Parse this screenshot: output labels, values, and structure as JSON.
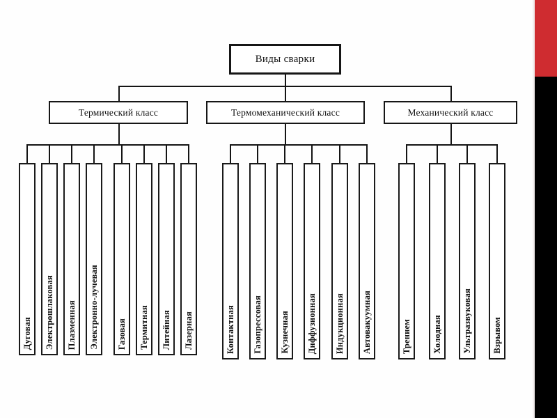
{
  "diagram": {
    "title_node": {
      "label": "Виды сварки"
    },
    "classes": [
      {
        "label": "Термический класс"
      },
      {
        "label": "Термомеханический класс"
      },
      {
        "label": "Механический класс"
      }
    ],
    "groups": [
      {
        "class_label": "Термический класс",
        "items": [
          {
            "label": "Дуговая"
          },
          {
            "label": "Электрошлаковая"
          },
          {
            "label": "Плазменная"
          },
          {
            "label": "Электронно-лучевая"
          },
          {
            "label": "Газовая"
          },
          {
            "label": "Термитная"
          },
          {
            "label": "Литейная"
          },
          {
            "label": "Лазерная"
          }
        ]
      },
      {
        "class_label": "Термомеханический класс",
        "items": [
          {
            "label": "Контактная"
          },
          {
            "label": "Газопрессовая"
          },
          {
            "label": "Кузнечная"
          },
          {
            "label": "Диффузионная"
          },
          {
            "label": "Индукционная"
          },
          {
            "label": "Автовакуумная"
          }
        ]
      },
      {
        "class_label": "Механический класс",
        "items": [
          {
            "label": "Трением"
          },
          {
            "label": "Холодная"
          },
          {
            "label": "Ультразвуковая"
          },
          {
            "label": "Взрывом"
          }
        ]
      }
    ]
  },
  "decor": {
    "accent_color": "#cf2c30",
    "dark_color": "#000000",
    "line_color": "#141414",
    "page_background": "#fefefe"
  }
}
